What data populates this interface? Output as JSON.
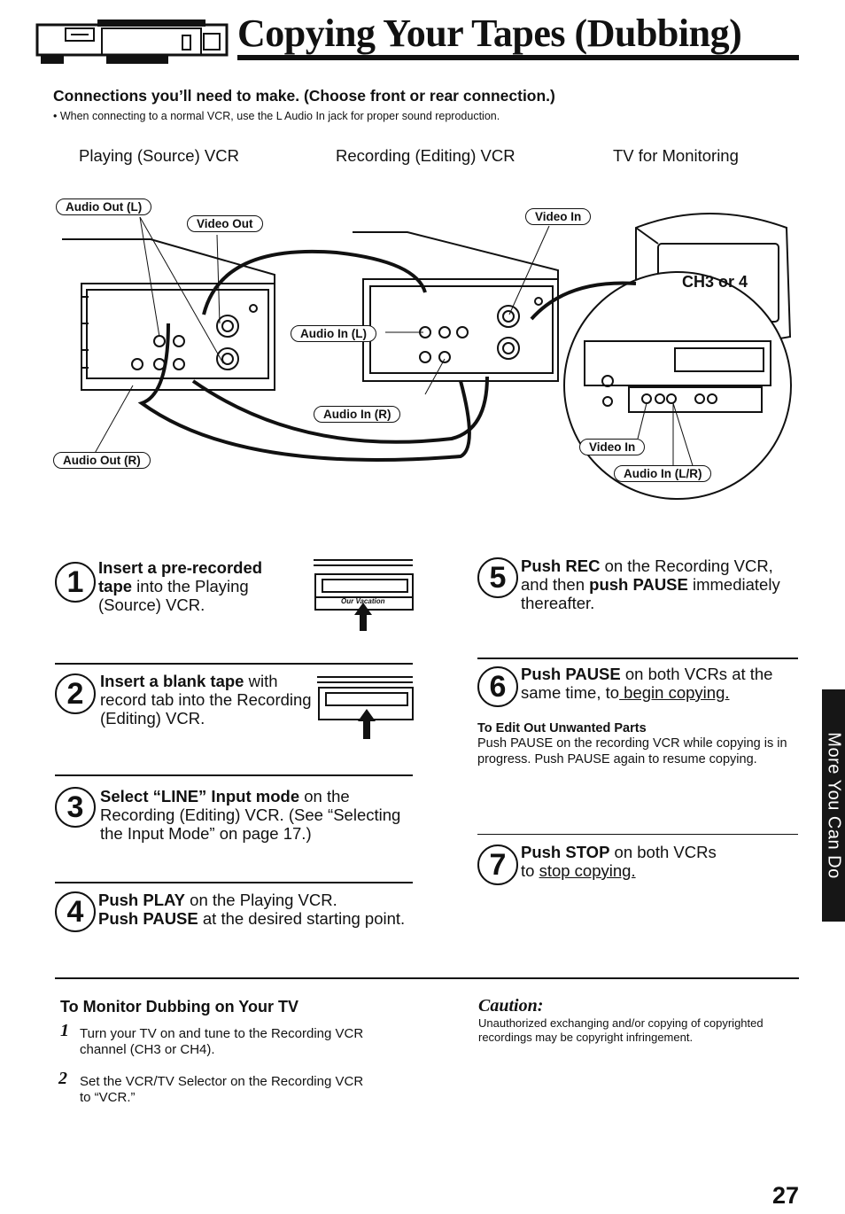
{
  "header": {
    "title": "Copying Your Tapes (Dubbing)",
    "subhead": "Connections you’ll need to make. (Choose front or rear connection.)",
    "note": "• When connecting to a normal VCR, use the L Audio In jack for proper sound reproduction."
  },
  "diagram": {
    "device_labels": [
      "Playing (Source) VCR",
      "Recording (Editing) VCR",
      "TV for Monitoring"
    ],
    "callouts": {
      "audio_out_l": "Audio Out (L)",
      "video_out": "Video Out",
      "video_in": "Video In",
      "audio_in_l": "Audio In (L)",
      "audio_in_r": "Audio In (R)",
      "audio_out_r": "Audio Out (R)",
      "tv_screen": "CH3 or 4",
      "front_video_in": "Video In",
      "front_audio_in": "Audio In (L/R)"
    },
    "tape_label": "Our Vacation"
  },
  "steps": [
    {
      "num": "1",
      "bold": "Insert a pre-recorded tape",
      "text": " into the Playing (Source) VCR."
    },
    {
      "num": "2",
      "bold": "Insert a blank tape",
      "text": " with record tab into the Recording (Editing) VCR."
    },
    {
      "num": "3",
      "bold": "Select “LINE” Input mode",
      "text": " on the Recording (Editing) VCR. (See “Selecting the Input Mode” on page 17.)"
    },
    {
      "num": "4",
      "bold1": "Push PLAY",
      "text1": " on the Playing VCR.",
      "bold2": "Push PAUSE",
      "text2": " at the desired starting point."
    },
    {
      "num": "5",
      "bold1": "Push REC",
      "text1": " on the Recording VCR, and then ",
      "bold2": "push PAUSE",
      "text2": " immediately thereafter."
    },
    {
      "num": "6",
      "bold": "Push PAUSE",
      "text1": " on both VCRs at the same time, to",
      "underlined": " begin copying."
    },
    {
      "num": "7",
      "bold": "Push STOP",
      "text1": " on both VCRs to ",
      "underlined": "stop copying."
    }
  ],
  "edit_out": {
    "heading": "To Edit Out Unwanted Parts",
    "text": "Push PAUSE on the recording VCR while copying is in progress. Push PAUSE again to resume copying."
  },
  "monitor": {
    "heading": "To Monitor Dubbing on Your TV",
    "items": [
      {
        "num": "1",
        "text": "Turn your TV on and tune to the Recording VCR channel (CH3 or CH4)."
      },
      {
        "num": "2",
        "text": "Set the VCR/TV Selector on the Recording VCR to “VCR.”"
      }
    ]
  },
  "caution": {
    "heading": "Caution:",
    "text": "Unauthorized exchanging and/or copying of copyrighted recordings may be copyright infringement."
  },
  "side_tab": "More You Can Do",
  "page_number": "27"
}
